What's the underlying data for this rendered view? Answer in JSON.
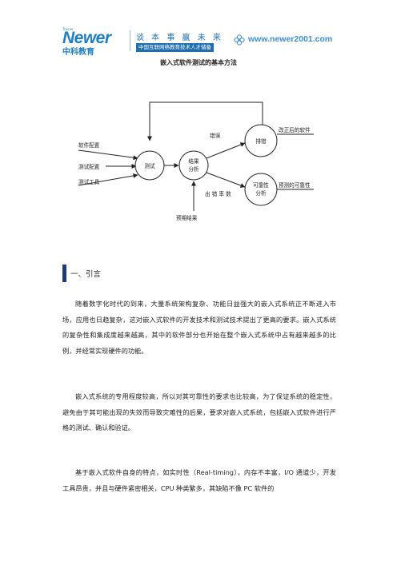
{
  "header": {
    "logo_tag": "Trainer",
    "logo_text": "Newer",
    "logo_cn": "中科教育",
    "slogan": "谈 本 事 赢 未 来",
    "slogan_bar": "中国互联网络教育技术人才储备",
    "site_url": "www.newer2001.com",
    "site_icon": "flower-icon"
  },
  "doc_title": "嵌入式软件测试的基本方法",
  "diagram": {
    "inputs": [
      "软件配置",
      "测试配置",
      "测试工具"
    ],
    "nodes": {
      "test": "测试",
      "analysis_1": "结果",
      "analysis_2": "分析",
      "debug": "排错",
      "reliability_1": "可靠性",
      "reliability_2": "分析"
    },
    "edge_labels": {
      "error": "错误",
      "error_rate": "出 错 率 数"
    },
    "outputs": {
      "corrected": "改正后的软件",
      "predicted": "预测的可靠性",
      "expected": "预期结果"
    }
  },
  "section": {
    "title": "一、引言"
  },
  "paragraphs": [
    "随着数字化时代的到来，大量系统架构复杂、功能日益强大的嵌入式系统正不断进入市场，应用也日趋复杂，这对嵌入式软件的开发技术和测试技术提出了更高的要求。嵌入式系统的复杂性和集成度越来越高，其中的软件部分也开始在整个嵌入式系统中占有越来越多的比例，并经常实现硬件的功能。",
    "嵌入式系统的专用程度较高，所以对其可靠性的要求也比较高，为了保证系统的稳定性，避免由于其可能出现的失效而导致灾难性的后果，要求对嵌入式系统，包括嵌入式软件进行严格的测试、确认和验证。",
    "基于嵌入式软件自身的特点，如实时性（Real-timing），内存不丰富，I/O 通道少，开发工具昂贵，并且与硬件紧密相关，CPU 种类繁多，其缺陷不像 PC 软件的"
  ]
}
